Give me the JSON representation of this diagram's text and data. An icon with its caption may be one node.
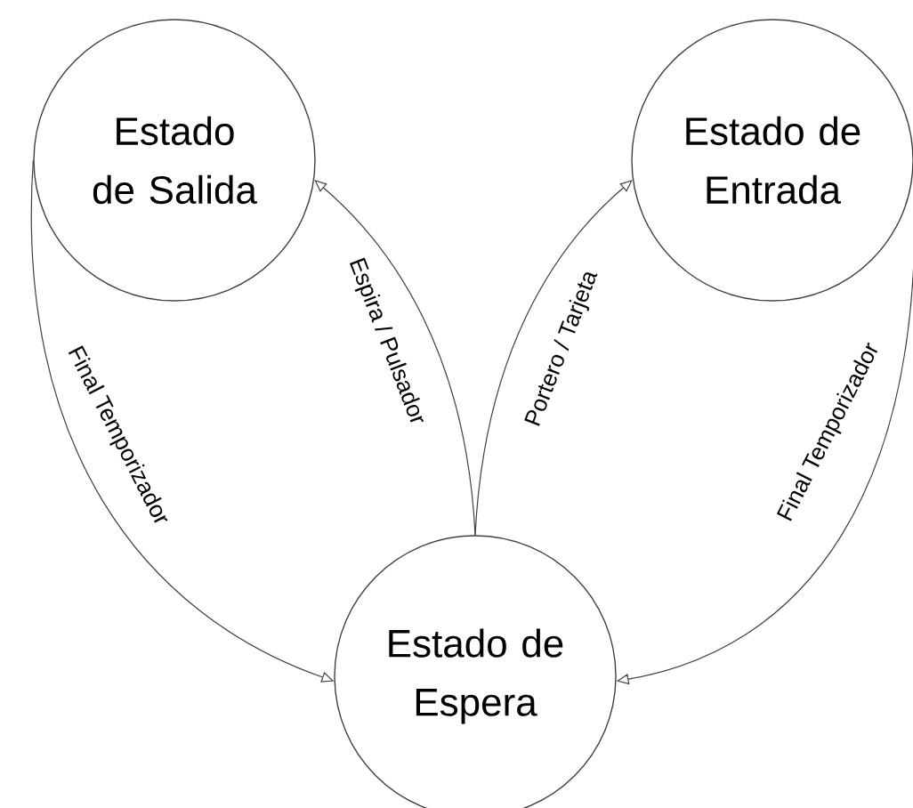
{
  "diagram": {
    "nodes": [
      {
        "text": [
          "Estado de Salida"
        ]
      },
      {
        "text": [
          "Estado de Entrada"
        ]
      },
      {
        "text": [
          "Estado de Espera"
        ]
      }
    ],
    "edges": [
      {
        "from": 0,
        "to": 2,
        "arrow": "to",
        "label": "Final Temporizador"
      },
      {
        "from": 2,
        "to": 0,
        "arrow": "to",
        "label": "Espira / Pulsador"
      },
      {
        "from": 2,
        "to": 1,
        "arrow": "to",
        "label": "Portero / Tarjeta"
      },
      {
        "from": 1,
        "to": 2,
        "arrow": "to",
        "label": "Final Temporizador"
      }
    ]
  }
}
